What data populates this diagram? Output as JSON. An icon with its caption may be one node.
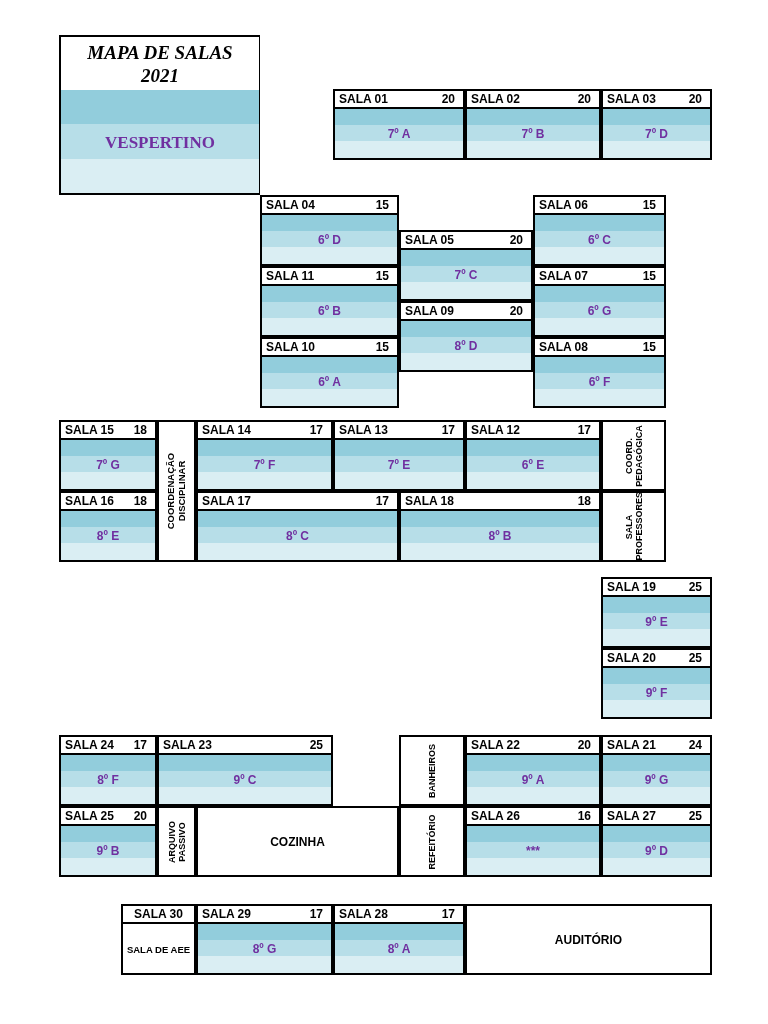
{
  "diagram": {
    "title": "MAPA DE SALAS 2021",
    "nodes": [
      {
        "text": [
          "SALA 01",
          "20",
          "7º A"
        ]
      },
      {
        "text": [
          "SALA 02",
          "20",
          "7º B"
        ]
      },
      {
        "text": [
          "SALA 03",
          "20",
          "7º D"
        ]
      },
      {
        "text": [
          "SALA 04",
          "15",
          "6º D"
        ]
      },
      {
        "text": [
          "SALA 06",
          "15",
          "6º C"
        ]
      },
      {
        "text": [
          "SALA 05",
          "20",
          "7º C"
        ]
      },
      {
        "text": [
          "SALA 11",
          "15",
          "6º B"
        ]
      },
      {
        "text": [
          "SALA 07",
          "15",
          "6º G"
        ]
      },
      {
        "text": [
          "SALA 09",
          "20",
          "8º D"
        ]
      },
      {
        "text": [
          "SALA 10",
          "15",
          "6º A"
        ]
      },
      {
        "text": [
          "SALA 08",
          "15",
          "6º F"
        ]
      },
      {
        "text": [
          "SALA 15",
          "18",
          "7º G"
        ]
      },
      {
        "text": [
          "COORDENAÇÃO DISCIPLINAR"
        ]
      },
      {
        "text": [
          "SALA 14",
          "17",
          "7º F"
        ]
      },
      {
        "text": [
          "SALA 13",
          "17",
          "7º E"
        ]
      },
      {
        "text": [
          "SALA 12",
          "17",
          "6º E"
        ]
      },
      {
        "text": [
          "COORD. PEDAGÓGICA"
        ]
      },
      {
        "text": [
          "SALA 16",
          "18",
          "8º E"
        ]
      },
      {
        "text": [
          "SALA 17",
          "17",
          "8º C"
        ]
      },
      {
        "text": [
          "SALA 18",
          "18",
          "8º B"
        ]
      },
      {
        "text": [
          "SALA PROFESSORES"
        ]
      },
      {
        "text": [
          "SALA 19",
          "25",
          "9º E"
        ]
      },
      {
        "text": [
          "SALA 20",
          "25",
          "9º F"
        ]
      },
      {
        "text": [
          "SALA 24",
          "17",
          "8º F"
        ]
      },
      {
        "text": [
          "SALA 23",
          "25",
          "9º C"
        ]
      },
      {
        "text": [
          "BANHEIROS"
        ]
      },
      {
        "text": [
          "SALA 22",
          "20",
          "9º A"
        ]
      },
      {
        "text": [
          "SALA 21",
          "24",
          "9º G"
        ]
      },
      {
        "text": [
          "SALA 25",
          "20",
          "9º B"
        ]
      },
      {
        "text": [
          "ARQUIVO PASSIVO"
        ]
      },
      {
        "text": [
          "COZINHA"
        ]
      },
      {
        "text": [
          "REFEITÓRIO"
        ]
      },
      {
        "text": [
          "SALA 26",
          "16",
          "***"
        ]
      },
      {
        "text": [
          "SALA 27",
          "25",
          "9º D"
        ]
      },
      {
        "text": [
          "SALA 30",
          "SALA DE AEE"
        ]
      },
      {
        "text": [
          "SALA 29",
          "17",
          "8º G"
        ]
      },
      {
        "text": [
          "SALA 28",
          "17",
          "8º A"
        ]
      },
      {
        "text": [
          "AUDITÓRIO"
        ]
      }
    ],
    "labels": [
      "VESPERTINO"
    ]
  }
}
